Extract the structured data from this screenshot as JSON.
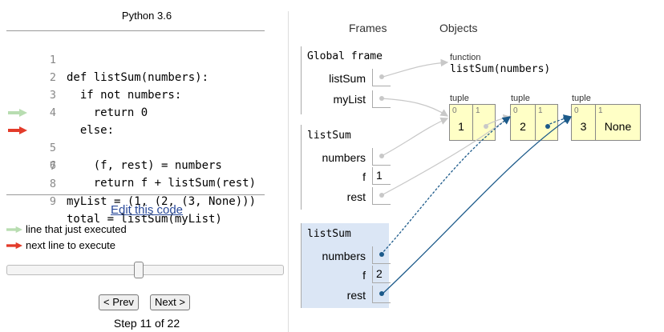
{
  "editor": {
    "language": "Python 3.6",
    "lines": [
      {
        "num": "1",
        "code": "def listSum(numbers):"
      },
      {
        "num": "2",
        "code": "  if not numbers:"
      },
      {
        "num": "3",
        "code": "    return 0"
      },
      {
        "num": "4",
        "code": "  else:"
      },
      {
        "num": "5",
        "code": "    (f, rest) = numbers"
      },
      {
        "num": "6",
        "code": "    return f + listSum(rest)"
      },
      {
        "num": "7",
        "code": ""
      },
      {
        "num": "8",
        "code": "myList = (1, (2, (3, None)))"
      },
      {
        "num": "9",
        "code": "total = listSum(myList)"
      }
    ],
    "edit_link": "Edit this code",
    "legend_executed": "line that just executed",
    "legend_next": "next line to execute",
    "prev_label": "< Prev",
    "next_label": "Next >",
    "step_text": "Step 11 of 22",
    "step_current": 11,
    "step_total": 22
  },
  "colors": {
    "executed_arrow": "#b8ddb1",
    "next_arrow": "#e33b2a",
    "pointer_light": "#c8c8c8",
    "pointer_active": "#1c5a8a",
    "tuple_bg": "#ffffc6",
    "active_frame_bg": "#dbe6f5"
  },
  "viz": {
    "frames_header": "Frames",
    "objects_header": "Objects",
    "global_frame": {
      "title": "Global frame",
      "vars": [
        {
          "name": "listSum",
          "value": ""
        },
        {
          "name": "myList",
          "value": ""
        }
      ]
    },
    "frame1": {
      "title": "listSum",
      "vars": [
        {
          "name": "numbers",
          "value": ""
        },
        {
          "name": "f",
          "value": "1"
        },
        {
          "name": "rest",
          "value": ""
        }
      ]
    },
    "frame2": {
      "title": "listSum",
      "vars": [
        {
          "name": "numbers",
          "value": ""
        },
        {
          "name": "f",
          "value": "2"
        },
        {
          "name": "rest",
          "value": ""
        }
      ]
    },
    "function_obj": {
      "type": "function",
      "name": "listSum(numbers)"
    },
    "tuples": [
      {
        "type": "tuple",
        "items": [
          {
            "index": "0",
            "value": "1"
          },
          {
            "index": "1",
            "value": ""
          }
        ]
      },
      {
        "type": "tuple",
        "items": [
          {
            "index": "0",
            "value": "2"
          },
          {
            "index": "1",
            "value": ""
          }
        ]
      },
      {
        "type": "tuple",
        "items": [
          {
            "index": "0",
            "value": "3"
          },
          {
            "index": "1",
            "value": "None"
          }
        ]
      }
    ]
  }
}
